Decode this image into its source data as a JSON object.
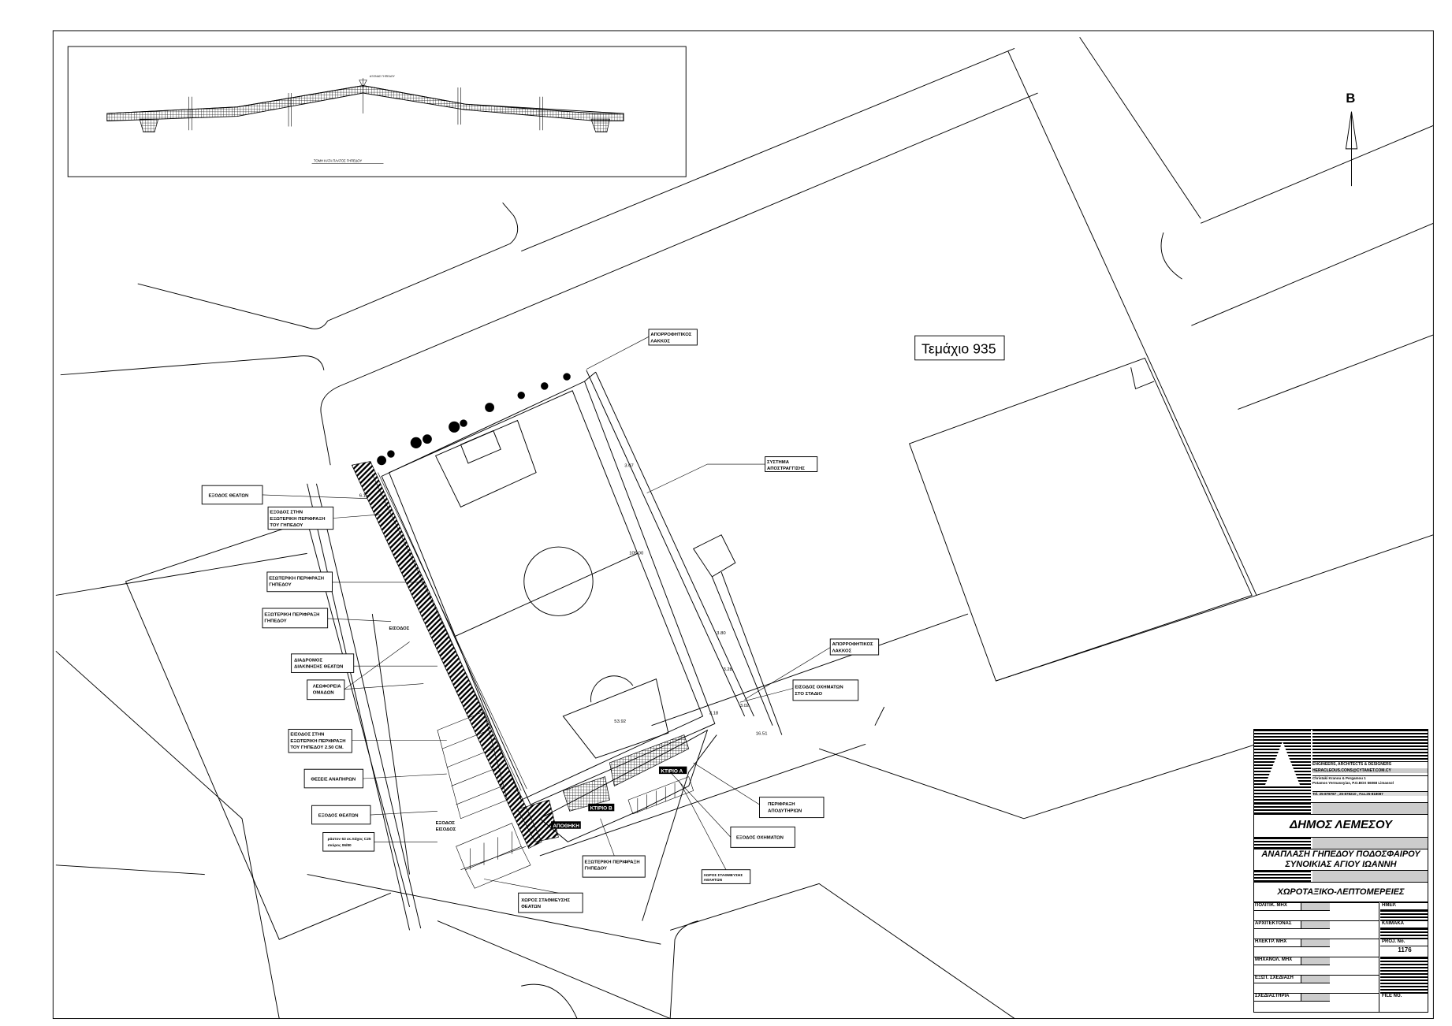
{
  "section": {
    "axis": "ΑΞΟΝΑΣ ΓΗΠΕΔΟΥ",
    "title": "ΤΟΜΗ ΚΑΤΑ ΠΛΑΤΟΣ ΓΗΠΕΔΟΥ"
  },
  "north": "B",
  "parcel": "Τεμάχιο 935",
  "labels": {
    "soakaway_1": [
      "ΑΠΟΡΡΟΦΗΤΙΚΟΣ",
      "ΛΑΚΚΟΣ"
    ],
    "drainage": [
      "ΣΥΣΤΗΜΑ",
      "ΑΠΟΣΤΡΑΓΓΙΣΗΣ"
    ],
    "spectator_exit_1": [
      "ΕΞΟΔΟΣ ΘΕΑΤΩΝ"
    ],
    "exit_to_fence": [
      "ΕΞΟΔΟΣ ΣΤΗΝ",
      "ΕΞΩΤΕΡΙΚΗ ΠΕΡΙΦΡΑΞΗ",
      "ΤΟΥ ΓΗΠΕΔΟΥ"
    ],
    "outer_fence_1": [
      "ΕΣΩΤΕΡΙΚΗ ΠΕΡΙΦΡΑΞΗ",
      "ΓΗΠΕΔΟΥ"
    ],
    "outer_fence_2": [
      "ΕΞΩΤΕΡΙΚΗ ΠΕΡΙΦΡΑΞΗ",
      "ΓΗΠΕΔΟΥ"
    ],
    "entrance_small": [
      "ΕΙΣΟΔΟΣ"
    ],
    "corridor": [
      "ΔΙΑΔΡΟΜΟΣ",
      "ΔΙΑΚΙΝΗΣΗΣ ΘΕΑΤΩΝ"
    ],
    "team_buses": [
      "ΛΕΩΦΟΡΕΙΑ",
      "ΟΜΑΔΩΝ"
    ],
    "entrance_to_fence": [
      "ΕΙΣΟΔΟΣ ΣΤΗΝ",
      "ΕΞΩΤΕΡΙΚΗ ΠΕΡΙΦΡΑΞΗ",
      "ΤΟΥ ΓΗΠΕΔΟΥ 2.50 CM."
    ],
    "disabled_places": [
      "ΘΕΣΕΙΣ ΑΝΑΠΗΡΩΝ"
    ],
    "spectator_exit_2": [
      "ΕΞΟΔΟΣ ΘΕΑΤΩΝ"
    ],
    "paving_note": [
      "ράστον 63 εκ.πάχος C25",
      "σκύρος 06/80"
    ],
    "exit_entrance_small": [
      "ΕΞΟΔΟΣ",
      "ΕΙΣΟΔΟΣ"
    ],
    "outer_fence_3": [
      "ΕΞΩΤΕΡΙΚΗ ΠΕΡΙΦΡΑΞΗ",
      "ΓΗΠΕΔΟΥ"
    ],
    "spectator_parking": [
      "ΧΩΡΟΣ ΣΤΑΘΜΕΥΣΗΣ",
      "ΘΕΑΤΩΝ"
    ],
    "athlete_parking": [
      "ΧΩΡΟΣ ΣΤΑΘΜΕΥΣΗΣ",
      "ΑΘΛΗΤΩΝ"
    ],
    "vehicle_exit": [
      "ΕΞΟΔΟΣ ΟΧΗΜΑΤΩΝ"
    ],
    "changing_fence": [
      "ΠΕΡΙΦΡΑΞΗ",
      "ΑΠΟΔΥΤΗΡΙΩΝ"
    ],
    "vehicle_entrance": [
      "ΕΙΣΟΔΟΣ ΟΧΗΜΑΤΩΝ",
      "ΣΤΟ ΣΤΑΔΙΟ"
    ],
    "soakaway_2": [
      "ΑΠΟΡΡΟΦΗΤΙΚΟΣ",
      "ΛΑΚΚΟΣ"
    ]
  },
  "buildings": {
    "a": "ΚΤΙΡΙΟ Α",
    "b": "ΚΤΙΡΙΟ Β",
    "store": "ΑΠΟΘΗΚΗ"
  },
  "dims": [
    "6.15",
    "3.07",
    "105.00",
    "3.80",
    "3.28",
    "3.18",
    "3.02",
    "53.92",
    "16.51"
  ],
  "title_block": {
    "firm_line": "ENGINEERS, ARCHITECTS & DESIGNERS",
    "email": "HERACLEOUS.CONS@CYTANET.COM.CY",
    "address_1": "Christaki Kranou & Pergamou 1",
    "address_2": "Potamos Yermasoyias, P.O.BOX 56068 Limassol",
    "phone": "Tel. 25-878787 , 25-878210 , Fax.25-818087",
    "client": "ΔΗΜΟΣ ΛΕΜΕΣΟΥ",
    "project_1": "ΑΝΑΠΛΑΣΗ ΓΗΠΕΔΟΥ ΠΟΔΟΣΦΑΙΡΟΥ",
    "project_2": "ΣΥΝΟΙΚΙΑΣ ΑΓΙΟΥ ΙΩΑΝΝΗ",
    "drawing": "ΧΩΡΟΤΑΞΙΚΟ-ΛΕΠΤΟΜΕΡΕΙΕΣ",
    "fields": [
      "ΠΟΛΙΤΙΚ. ΜΗΧ",
      "ΑΡΧΙΤΕΚΤΟΝΑΣ",
      "ΗΛΕΚΤΡ. ΜΗΧ",
      "ΜΗΧΑΝΟΛ. ΜΗΧ",
      "ΕΞΩΤ. ΣΧΕΔΙΑΣΗ",
      "ΣΧΕΔΙΑΣΤΗΡΙΑ"
    ],
    "date_label": "ΗΜΕΡ.",
    "scale_label": "ΚΛΙΜΑΚΑ",
    "proj_label": "PROJ. No.",
    "proj_no": "1176",
    "file_label": "FILE NO."
  }
}
